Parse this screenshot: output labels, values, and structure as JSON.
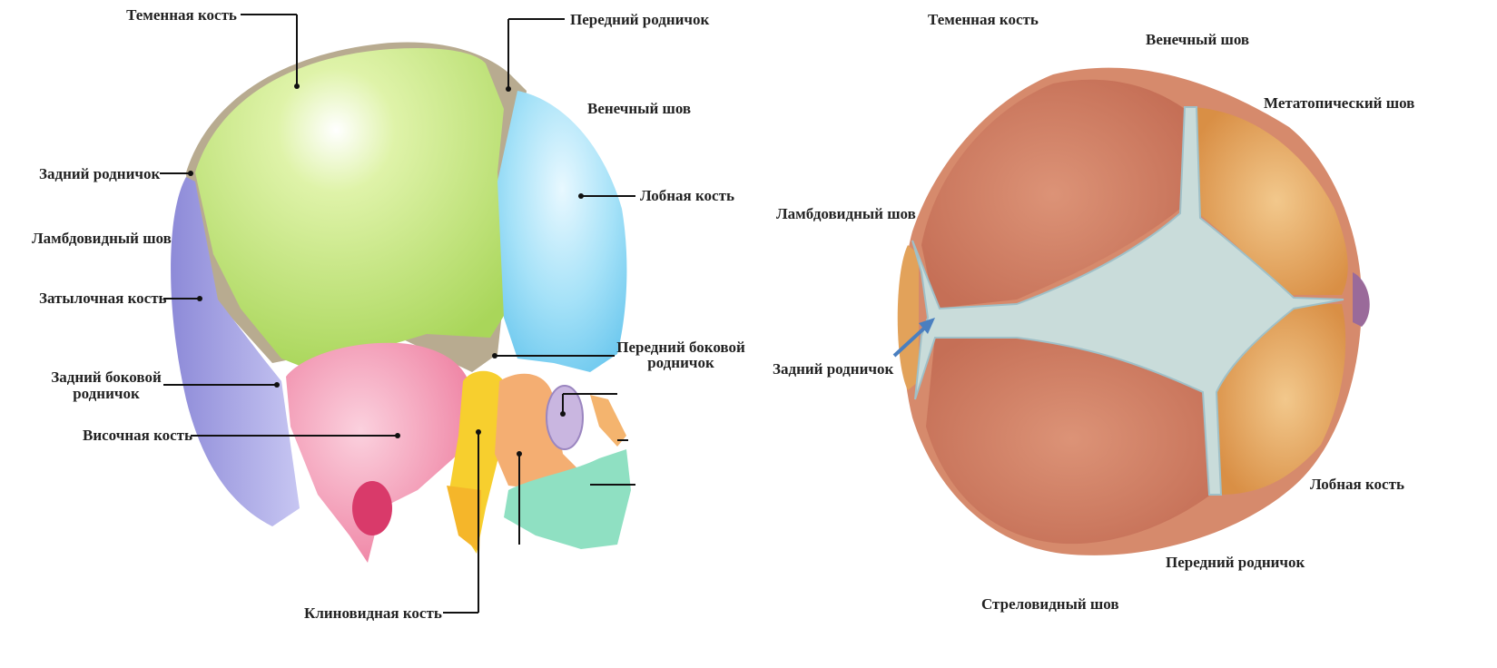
{
  "left_diagram": {
    "labels": {
      "parietal_bone": "Теменная кость",
      "anterior_fontanelle": "Передний родничок",
      "coronal_suture": "Венечный шов",
      "posterior_fontanelle": "Задний родничок",
      "frontal_bone": "Лобная кость",
      "lambdoid_suture": "Ламбдовидный шов",
      "occipital_bone": "Затылочная кость",
      "anterolateral_fontanelle_line1": "Передний боковой",
      "anterolateral_fontanelle_line2": "родничок",
      "posterolateral_fontanelle_line1": "Задний боковой",
      "posterolateral_fontanelle_line2": "родничок",
      "temporal_bone": "Височная кость",
      "sphenoid_bone": "Клиновидная кость"
    },
    "colors": {
      "parietal": "#b9e36a",
      "frontal": "#8fd6f2",
      "occipital": "#9b9be0",
      "temporal": "#f28fb0",
      "sphenoid": "#f7d23a",
      "zygomatic": "#f4b57c",
      "maxilla": "#8fe0c2",
      "suture": "#b0a48c"
    }
  },
  "right_diagram": {
    "labels": {
      "parietal_bone": "Теменная кость",
      "coronal_suture": "Венечный шов",
      "metopic_suture": "Метатопический шов",
      "lambdoid_suture": "Ламбдовидный шов",
      "posterior_fontanelle": "Задний родничок",
      "frontal_bone": "Лобная кость",
      "anterior_fontanelle": "Передний родничок",
      "sagittal_suture": "Стреловидный шов"
    },
    "colors": {
      "parietal": "#d98668",
      "frontal": "#e0a35c",
      "fontanelle": "#c9dcda",
      "arrow": "#4a7fc0"
    }
  }
}
